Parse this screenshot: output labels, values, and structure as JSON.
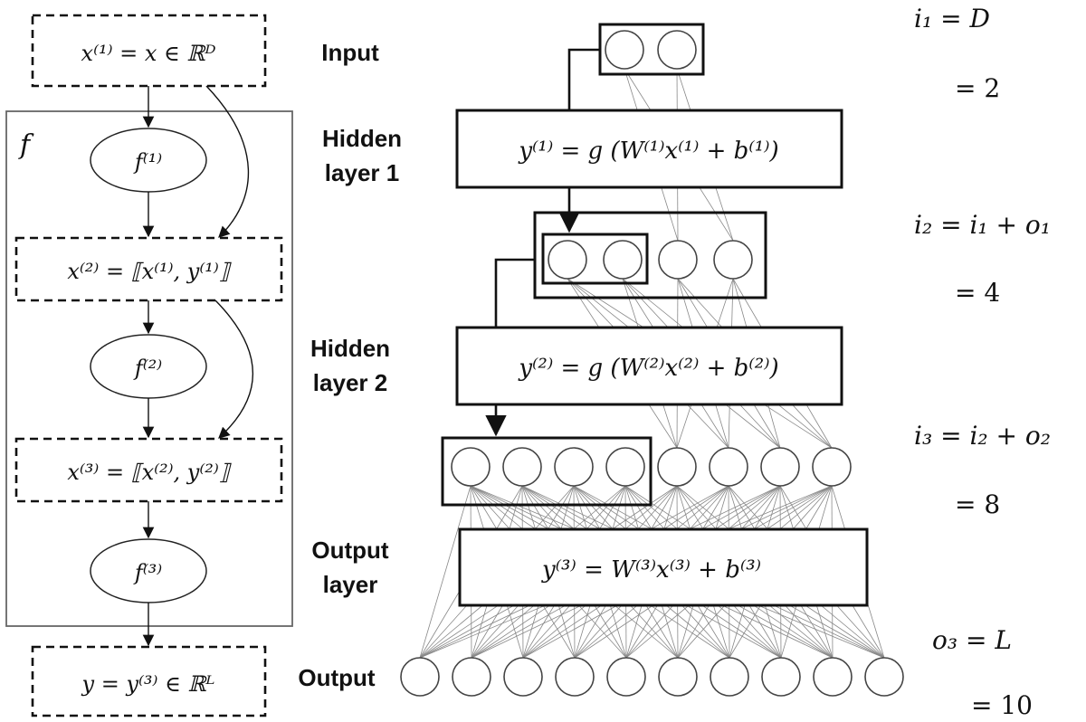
{
  "title": "Densely connected network diagram with concatenated inputs",
  "computation_graph": {
    "function_label": "f",
    "input_box": "x⁽¹⁾ = x ∈ ℝᴰ",
    "blocks": [
      {
        "ellipse": "f⁽¹⁾",
        "concat_box": "x⁽²⁾ = ⟦x⁽¹⁾, y⁽¹⁾⟧"
      },
      {
        "ellipse": "f⁽²⁾",
        "concat_box": "x⁽³⁾ = ⟦x⁽²⁾, y⁽²⁾⟧"
      },
      {
        "ellipse": "f⁽³⁾",
        "concat_box": ""
      }
    ],
    "output_box": "y = y⁽³⁾ ∈ ℝᴸ"
  },
  "layer_labels": {
    "input": "Input",
    "hidden1": [
      "Hidden",
      "layer 1"
    ],
    "hidden2": [
      "Hidden",
      "layer 2"
    ],
    "output_layer": [
      "Output",
      "layer"
    ],
    "output": "Output"
  },
  "layer_equations": {
    "hidden1": "y⁽¹⁾ = g (W⁽¹⁾x⁽¹⁾ + b⁽¹⁾)",
    "hidden2": "y⁽²⁾ = g (W⁽²⁾x⁽²⁾ + b⁽²⁾)",
    "output_layer": "y⁽³⁾ = W⁽³⁾x⁽³⁾ + b⁽³⁾"
  },
  "network": {
    "input_nodes": 2,
    "layer1_nodes": 4,
    "layer1_carried_nodes": 2,
    "layer2_nodes": 8,
    "layer2_carried_nodes": 4,
    "output_nodes": 10
  },
  "dimension_notes": [
    {
      "line1": "i₁ = D",
      "line2": "= 2"
    },
    {
      "line1": "i₂ = i₁ + o₁",
      "line2": "= 4"
    },
    {
      "line1": "i₃ = i₂ + o₂",
      "line2": "= 8"
    },
    {
      "line1": "o₃ = L",
      "line2": "= 10"
    }
  ],
  "colors": {
    "stroke": "#111111",
    "edge": "#888888",
    "frame": "#666666",
    "background": "#ffffff"
  }
}
